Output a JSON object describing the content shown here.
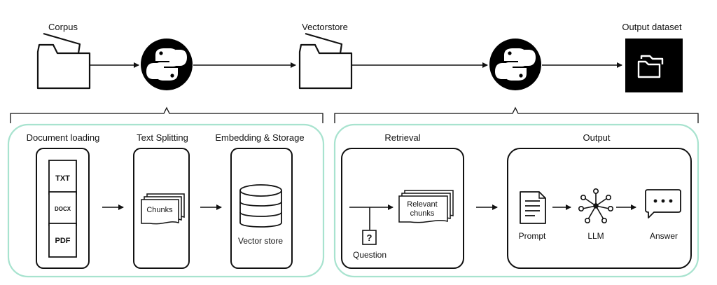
{
  "top": {
    "corpus_label": "Corpus",
    "vectorstore_label": "Vectorstore",
    "output_dataset_label": "Output dataset"
  },
  "ingest": {
    "document_loading_label": "Document loading",
    "text_splitting_label": "Text Splitting",
    "embedding_label": "Embedding & Storage",
    "doc_types": [
      "TXT",
      "DOCX",
      "PDF"
    ],
    "chunks_label": "Chunks",
    "vector_store_label": "Vector store"
  },
  "query": {
    "retrieval_label": "Retrieval",
    "relevant_chunks_line1": "Relevant",
    "relevant_chunks_line2": "chunks",
    "question_mark": "?",
    "question_label": "Question",
    "output_label": "Output",
    "prompt_label": "Prompt",
    "llm_label": "LLM",
    "answer_label": "Answer"
  },
  "colors": {
    "panel_border": "#a8e3cf",
    "stroke": "#111111",
    "black_box": "#000000"
  },
  "icons": {
    "folder": "folder-icon",
    "python": "python-logo-icon",
    "output": "folders-icon",
    "database": "database-icon",
    "document": "document-icon",
    "network": "network-icon",
    "chat": "chat-bubble-icon"
  }
}
